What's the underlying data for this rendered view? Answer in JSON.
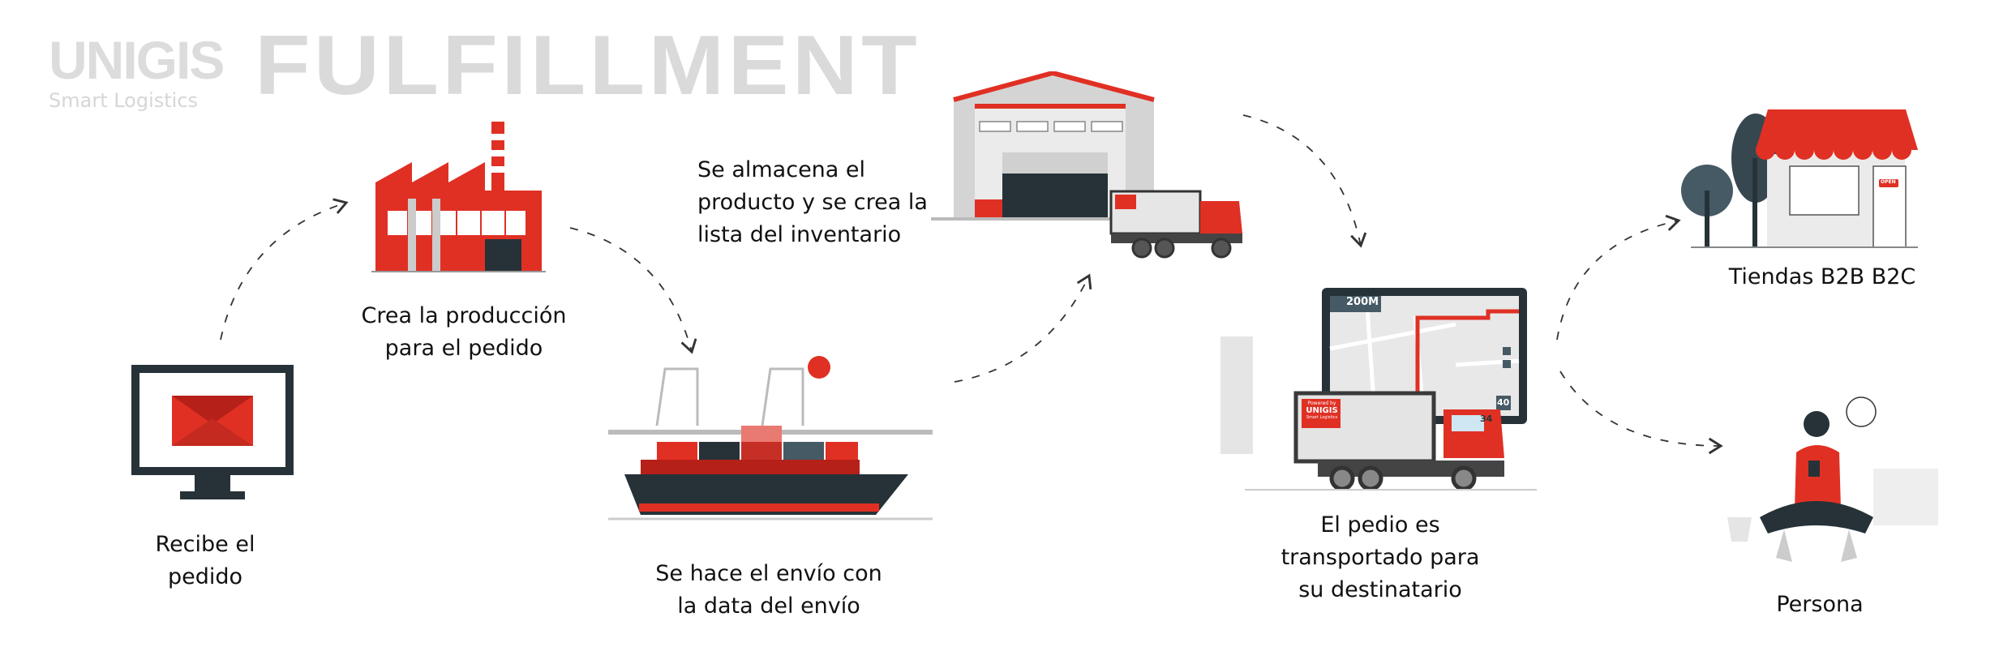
{
  "header": {
    "logo_text": "UNIGIS",
    "logo_subtitle": "Smart Logistics",
    "title": "FULFILLMENT"
  },
  "steps": [
    {
      "label_lines": [
        "Recibe el",
        "pedido"
      ],
      "icon": "computer-mail-icon"
    },
    {
      "label_lines": [
        "Crea la producción",
        "para el pedido"
      ],
      "icon": "factory-icon"
    },
    {
      "label_lines": [
        "Se hace el envío con",
        "la data del envío"
      ],
      "icon": "cargo-ship-icon"
    },
    {
      "label_lines": [
        "Se almacena el",
        "producto y se crea la",
        "lista del inventario"
      ],
      "icon": "warehouse-icon"
    },
    {
      "label_lines": [
        "El pedio es",
        "transportado para",
        "su destinatario"
      ],
      "icon": "truck-gps-icon"
    },
    {
      "label_lines": [
        "Tiendas B2B B2C"
      ],
      "icon": "store-icon"
    },
    {
      "label_lines": [
        "Persona"
      ],
      "icon": "person-phone-icon"
    }
  ],
  "gps": {
    "distance": "200M",
    "speed_limit": "40",
    "speed": "34"
  },
  "truck_badge": {
    "line1": "Powered by",
    "line2": "UNIGIS",
    "line3": "Smart Logistics"
  },
  "store_sign": "OPEN",
  "colors": {
    "accent": "#e03024",
    "dark": "#263238",
    "grey": "#dadada"
  }
}
